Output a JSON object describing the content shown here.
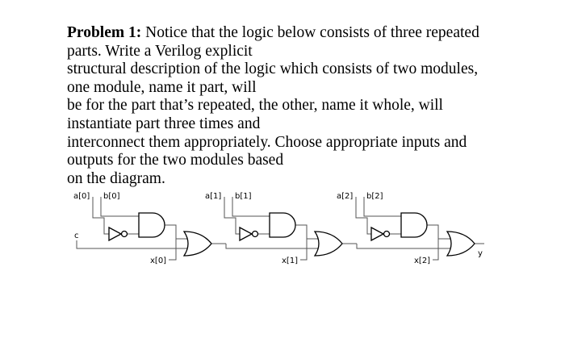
{
  "problem": {
    "heading": "Problem 1:",
    "lines": [
      " Notice that the logic below consists of three repeated",
      "parts. Write a Verilog explicit",
      "structural description of the logic which consists of two modules,",
      "one module, name it part, will",
      "be for the part that’s repeated, the other, name it whole, will",
      "instantiate part three times and",
      "interconnect them appropriately. Choose appropriate inputs and",
      "outputs for the two modules based",
      "on the diagram."
    ]
  },
  "diagram": {
    "labels": {
      "a0": "a[0]",
      "b0": "b[0]",
      "a1": "a[1]",
      "b1": "b[1]",
      "a2": "a[2]",
      "b2": "b[2]",
      "c": "c",
      "x0": "x[0]",
      "x1": "x[1]",
      "x2": "x[2]",
      "y": "y"
    },
    "gates": [
      "NOT",
      "AND",
      "OR",
      "NOT",
      "AND",
      "OR",
      "NOT",
      "AND",
      "OR"
    ]
  }
}
